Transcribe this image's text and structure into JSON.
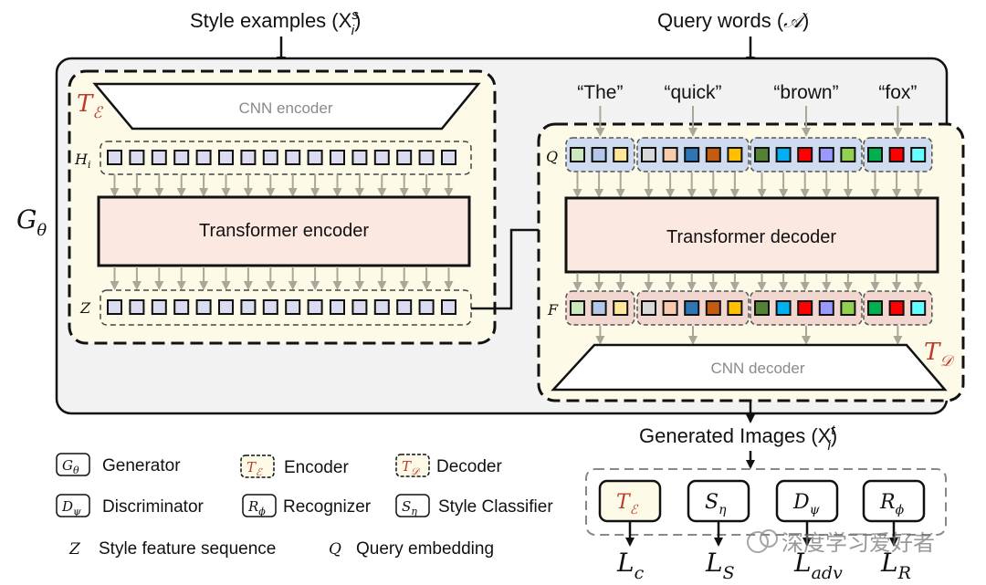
{
  "top": {
    "style_examples": "Style examples (X",
    "style_examples_sup": "s",
    "style_examples_sub": "i",
    "style_examples_close": ")",
    "query_words": "Query words (",
    "query_words_sym": "𝒜",
    "query_words_close": ")"
  },
  "generator_label": "G",
  "generator_sub": "θ",
  "encoder": {
    "label": "T",
    "label_sub": "ℰ",
    "cnn": "CNN encoder",
    "transformer": "Transformer encoder",
    "h_label": "H",
    "h_sub": "i",
    "z_label": "Z"
  },
  "decoder": {
    "label": "T",
    "label_sub": "𝒟",
    "cnn": "CNN decoder",
    "transformer": "Transformer decoder",
    "q_label": "Q",
    "f_label": "F",
    "words": [
      "“The”",
      "“quick”",
      "“brown”",
      "“fox”"
    ]
  },
  "output": {
    "generated": "Generated Images (X",
    "generated_sup": "t",
    "generated_sub": "i",
    "generated_close": ")",
    "heads": [
      {
        "sym": "T",
        "sub": "ℰ"
      },
      {
        "sym": "S",
        "sub": "η"
      },
      {
        "sym": "D",
        "sub": "ψ"
      },
      {
        "sym": "R",
        "sub": "ϕ"
      }
    ],
    "losses": [
      {
        "sym": "L",
        "sub": "c"
      },
      {
        "sym": "L",
        "sub": "S"
      },
      {
        "sym": "L",
        "sub": "adv"
      },
      {
        "sym": "L",
        "sub": "R"
      }
    ]
  },
  "legend": {
    "items": [
      {
        "sym": "G",
        "sub": "θ",
        "text": "Generator"
      },
      {
        "sym": "T",
        "sub": "ℰ",
        "text": "Encoder"
      },
      {
        "sym": "T",
        "sub": "𝒟",
        "text": "Decoder"
      },
      {
        "sym": "D",
        "sub": "ψ",
        "text": "Discriminator"
      },
      {
        "sym": "R",
        "sub": "ϕ",
        "text": "Recognizer"
      },
      {
        "sym": "S",
        "sub": "η",
        "text": "Style Classifier"
      }
    ],
    "z_sym": "Z",
    "z_text": "Style feature sequence",
    "q_sym": "Q",
    "q_text": "Query embedding"
  },
  "watermark": "深度学习爱好者",
  "colors": {
    "encoder_red": "#c0392b",
    "module_fill": "#fdfbe8",
    "transformer_fill": "#fbe9e1",
    "outer_fill": "#f2f2f2",
    "token_fill": "#dcdcf0",
    "q_group_fill": "#cfdcf0",
    "f_group_fill": "#f2d6d0",
    "arrow_gray": "#a8a898"
  }
}
